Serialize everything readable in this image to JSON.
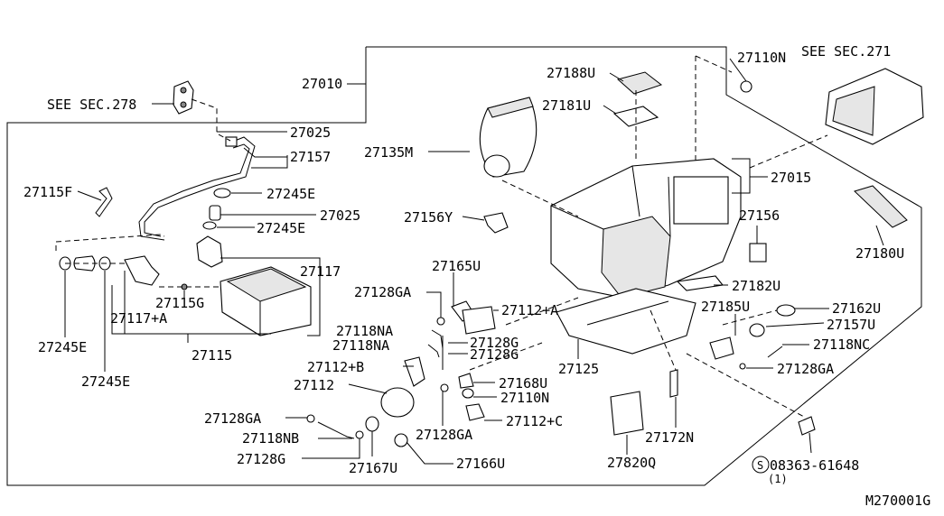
{
  "callouts": {
    "see_sec_278": "SEE SEC.278",
    "see_sec_271": "SEE SEC.271",
    "p27010": "27010",
    "p27110N_top": "27110N",
    "p27188U": "27188U",
    "p27181U": "27181U",
    "p27025_a": "27025",
    "p27157": "27157",
    "p27135M": "27135M",
    "p27015": "27015",
    "p27115F": "27115F",
    "p27245E_a": "27245E",
    "p27025_b": "27025",
    "p27245E_b": "27245E",
    "p27156Y": "27156Y",
    "p27156": "27156",
    "p27180U": "27180U",
    "p27117": "27117",
    "p27165U": "27165U",
    "p27128GA_a": "27128GA",
    "p27182U": "27182U",
    "p27115G": "27115G",
    "p27112A": "27112+A",
    "p27162U": "27162U",
    "p27117A": "27117+A",
    "p27185U": "27185U",
    "p27157U": "27157U",
    "p27118NA_a": "27118NA",
    "p27118NA_b": "27118NA",
    "p27128G_a": "27128G",
    "p27128G_b": "27128G",
    "p27118NC": "27118NC",
    "p27245E_c": "27245E",
    "p27115": "27115",
    "p27125": "27125",
    "p27112B": "27112+B",
    "p27128GA_b": "27128GA",
    "p27168U": "27168U",
    "p27245E_d": "27245E",
    "p27112": "27112",
    "p27110N_b": "27110N",
    "p27128GA_c": "27128GA",
    "p27112C": "27112+C",
    "p27172N": "27172N",
    "p27128GA_d": "27128GA",
    "p27118NB": "27118NB",
    "p27128G_c": "27128G",
    "p27167U": "27167U",
    "p27166U": "27166U",
    "p27820Q": "27820Q",
    "bolt_number": "08363-61648",
    "bolt_symbol": "S",
    "bolt_qty": "(1)",
    "diagram_code": "M270001G"
  }
}
